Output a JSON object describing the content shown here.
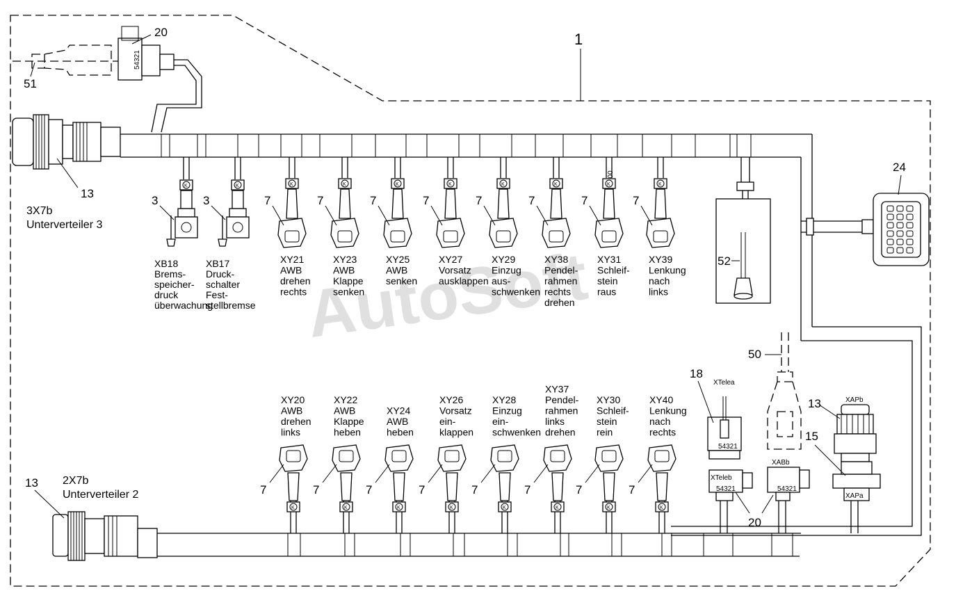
{
  "group_label": "1",
  "watermark": "AutoSoft",
  "distributors": {
    "top": {
      "ref": "13",
      "line1": "3X7b",
      "line2": "Unterverteiler 3"
    },
    "bottom": {
      "ref": "13",
      "line1": "2X7b",
      "line2": "Unterverteiler 2"
    }
  },
  "top_left": {
    "ref_relay": "20",
    "ref_wire": "51"
  },
  "ref_right_connector": "24",
  "ref_box": "52",
  "ref_harness": "50",
  "marker_400": "400",
  "sensors": [
    {
      "ref": "3",
      "lines": [
        "XB18",
        "Brems-",
        "speicher-",
        "druck",
        "überwachung"
      ]
    },
    {
      "ref": "3",
      "lines": [
        "XB17",
        "Druck-",
        "schalter",
        "Fest-",
        "stellbremse"
      ]
    }
  ],
  "valves_top": [
    {
      "ref": "7",
      "lines": [
        "XY21",
        "AWB",
        "drehen",
        "rechts"
      ]
    },
    {
      "ref": "7",
      "lines": [
        "XY23",
        "AWB",
        "Klappe",
        "senken"
      ]
    },
    {
      "ref": "7",
      "lines": [
        "XY25",
        "AWB",
        "senken"
      ]
    },
    {
      "ref": "7",
      "lines": [
        "XY27",
        "Vorsatz",
        "ausklappen"
      ]
    },
    {
      "ref": "7",
      "lines": [
        "XY29",
        "Einzug",
        "aus-",
        "schwenken"
      ]
    },
    {
      "ref": "7",
      "lines": [
        "XY38",
        "Pendel-",
        "rahmen",
        "rechts",
        "drehen"
      ]
    },
    {
      "ref": "7",
      "lines": [
        "XY31",
        "Schleif-",
        "stein",
        "raus"
      ]
    },
    {
      "ref": "7",
      "lines": [
        "XY39",
        "Lenkung",
        "nach",
        "links"
      ]
    }
  ],
  "valves_bottom": [
    {
      "ref": "7",
      "lines": [
        "XY20",
        "AWB",
        "drehen",
        "links"
      ]
    },
    {
      "ref": "7",
      "lines": [
        "XY22",
        "AWB",
        "Klappe",
        "heben"
      ]
    },
    {
      "ref": "7",
      "lines": [
        "XY24",
        "AWB",
        "heben"
      ]
    },
    {
      "ref": "7",
      "lines": [
        "XY26",
        "Vorsatz",
        "ein-",
        "klappen"
      ]
    },
    {
      "ref": "7",
      "lines": [
        "XY28",
        "Einzug",
        "ein-",
        "schwenken"
      ]
    },
    {
      "ref": "7",
      "lines": [
        "XY37",
        "Pendel-",
        "rahmen",
        "links",
        "drehen"
      ]
    },
    {
      "ref": "7",
      "lines": [
        "XY30",
        "Schleif-",
        "stein",
        "rein"
      ]
    },
    {
      "ref": "7",
      "lines": [
        "XY40",
        "Lenkung",
        "nach",
        "rechts"
      ]
    }
  ],
  "right_bottom": {
    "ref_telea": "18",
    "telea_label": "XTelea",
    "teleb_label": "XTeleb",
    "xabb_label": "XABb",
    "ref_relays": "20",
    "ref_xapb": "13",
    "xapb_label": "XAPb",
    "ref_xapa": "15",
    "xapa_label": "XAPa",
    "pin_label": "54321"
  }
}
